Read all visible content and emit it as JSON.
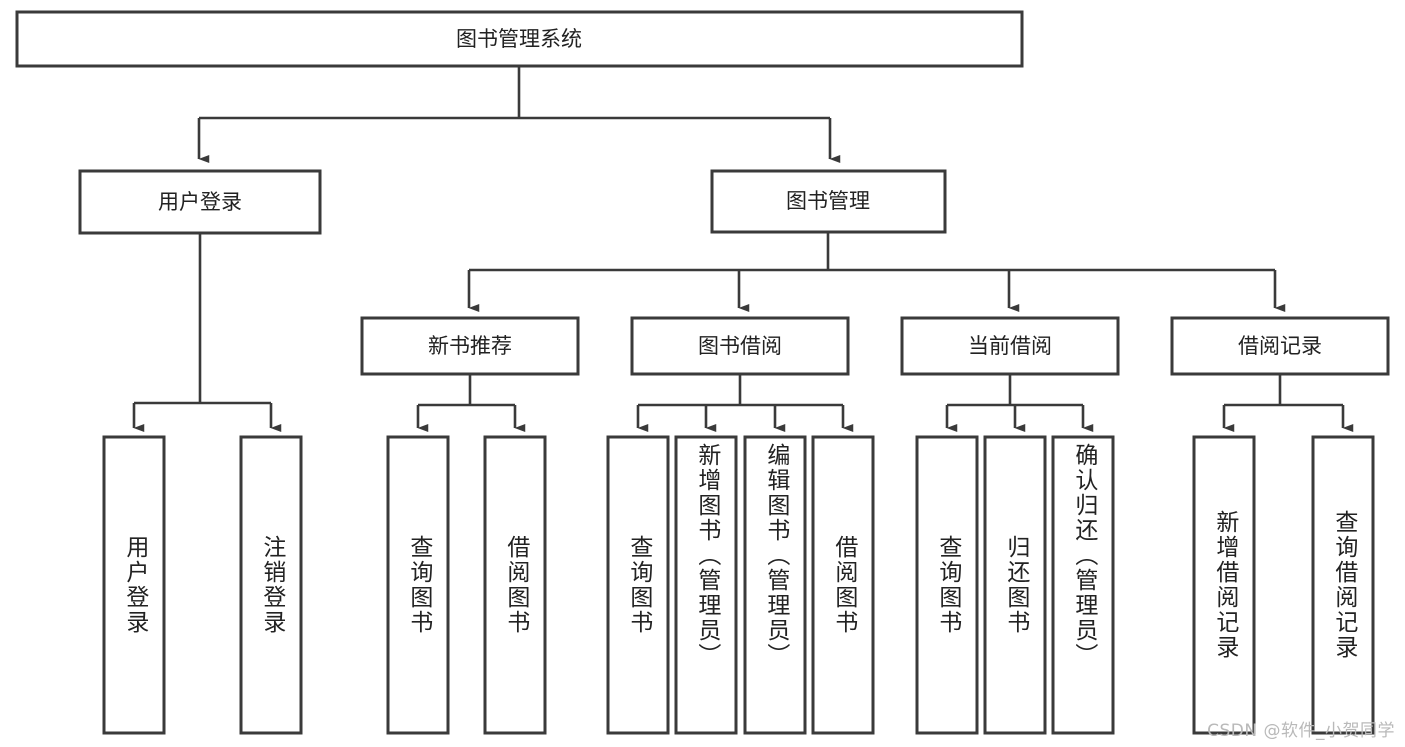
{
  "diagram": {
    "title": "图书管理系统",
    "type": "tree-hierarchy-diagram",
    "colors": {
      "stroke": "#3a3a3a",
      "box_fill": "#ffffff",
      "text": "#222222",
      "background": "#ffffff",
      "watermark": "#b9b9b9"
    },
    "root": {
      "label": "图书管理系统"
    },
    "level2": [
      {
        "label": "用户登录"
      },
      {
        "label": "图书管理"
      }
    ],
    "level3": [
      {
        "label": "新书推荐"
      },
      {
        "label": "图书借阅"
      },
      {
        "label": "当前借阅"
      },
      {
        "label": "借阅记录"
      }
    ],
    "leaves": {
      "user_login": [
        {
          "label": "用户登录"
        },
        {
          "label": "注销登录"
        }
      ],
      "new_book_recommend": [
        {
          "label": "查询图书"
        },
        {
          "label": "借阅图书"
        }
      ],
      "book_borrow": [
        {
          "label": "查询图书"
        },
        {
          "label": "新增图书（管理员）"
        },
        {
          "label": "编辑图书（管理员）"
        },
        {
          "label": "借阅图书"
        }
      ],
      "current_borrow": [
        {
          "label": "查询图书"
        },
        {
          "label": "归还图书"
        },
        {
          "label": "确认归还（管理员）"
        }
      ],
      "borrow_record": [
        {
          "label": "新增借阅记录"
        },
        {
          "label": "查询借阅记录"
        }
      ]
    }
  },
  "watermark": {
    "text": "CSDN @软件_小贺同学"
  }
}
